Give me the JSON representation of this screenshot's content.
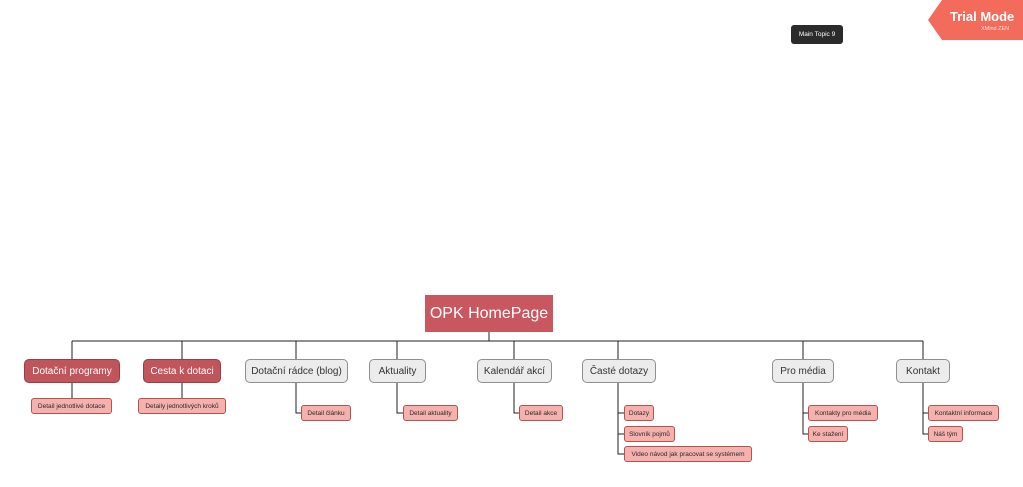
{
  "root": {
    "label": "OPK HomePage"
  },
  "floating_topic": {
    "label": "Main Topic 9"
  },
  "watermark": {
    "title": "Trial Mode",
    "subtitle": "XMind ZEN"
  },
  "topics": [
    {
      "label": "Dotační programy",
      "style": "red",
      "subtopics": [
        "Detail jednotlivé dotace"
      ]
    },
    {
      "label": "Cesta k dotaci",
      "style": "red",
      "subtopics": [
        "Detaily jednotlivých kroků"
      ]
    },
    {
      "label": "Dotační rádce (blog)",
      "style": "grey",
      "subtopics": [
        "Detail článku"
      ]
    },
    {
      "label": "Aktuality",
      "style": "grey",
      "subtopics": [
        "Detail aktuality"
      ]
    },
    {
      "label": "Kalendář akcí",
      "style": "grey",
      "subtopics": [
        "Detail akce"
      ]
    },
    {
      "label": "Časté dotazy",
      "style": "grey",
      "subtopics": [
        "Dotazy",
        "Slovník pojmů",
        "Video návod jak pracovat se systémem"
      ]
    },
    {
      "label": "Pro média",
      "style": "grey",
      "subtopics": [
        "Kontakty pro média",
        "Ke stažení"
      ]
    },
    {
      "label": "Kontakt",
      "style": "grey",
      "subtopics": [
        "Kontaktní informace",
        "Náš tým"
      ]
    }
  ],
  "colors": {
    "root": "#c8575f",
    "topic_red": "#c0555c",
    "topic_grey": "#ececec",
    "subtopic": "#f4b1ad",
    "line": "#222222",
    "trial": "#f26b5b"
  }
}
